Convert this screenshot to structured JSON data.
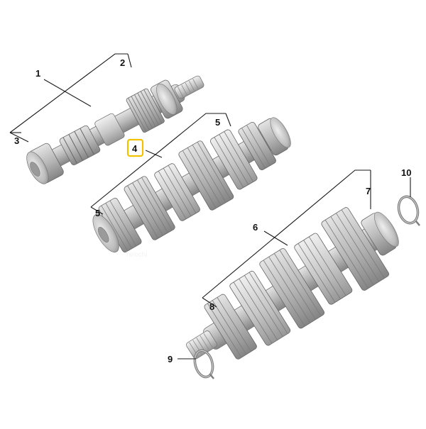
{
  "diagram": {
    "callouts": [
      {
        "id": "1",
        "label": "1"
      },
      {
        "id": "2",
        "label": "2"
      },
      {
        "id": "3",
        "label": "3"
      },
      {
        "id": "4",
        "label": "4"
      },
      {
        "id": "5a",
        "label": "5"
      },
      {
        "id": "5b",
        "label": "5"
      },
      {
        "id": "6",
        "label": "6"
      },
      {
        "id": "7",
        "label": "7"
      },
      {
        "id": "8",
        "label": "8"
      },
      {
        "id": "9",
        "label": "9"
      },
      {
        "id": "10",
        "label": "10"
      }
    ],
    "highlight_color": "#f2c200",
    "metal_colors": [
      "#8e8e8e",
      "#b9b9b9",
      "#dadada"
    ]
  },
  "watermark": "hirochi"
}
